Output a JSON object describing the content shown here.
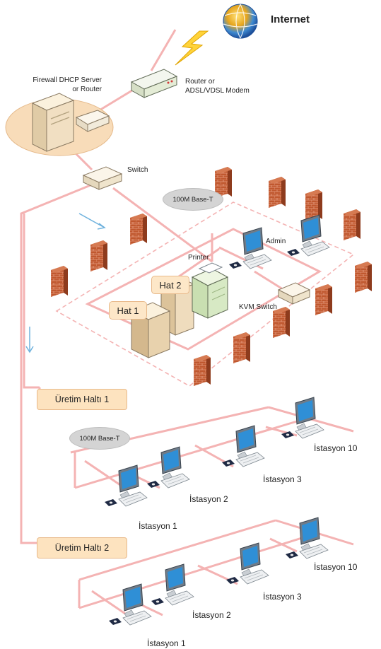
{
  "labels": {
    "internet": "Internet",
    "router": "Router or\nADSL/VDSL Modem",
    "firewall": "Firewall DHCP Server\nor Router",
    "switch": "Switch",
    "base_top": "100M Base-T",
    "printer": "Printer",
    "admin": "Admin",
    "kvm": "KVM Switch",
    "hat1": "Hat 1",
    "hat2": "Hat 2",
    "line1": "Üretim Haltı 1",
    "line2": "Üretim Haltı 2",
    "base_mid": "100M Base-T"
  },
  "line1_stations": [
    "İstasyon 1",
    "İstasyon 2",
    "İstasyon 3",
    "İstasyon 10"
  ],
  "line2_stations": [
    "İstasyon 1",
    "İstasyon 2",
    "İstasyon 3",
    "İstasyon 10"
  ],
  "colors": {
    "cable": "#f4b3b3",
    "cable_dark": "#e58b8b",
    "brick": "#c0582f",
    "monitor_screen": "#2f8fd6",
    "label_box": "#fde7c8",
    "cloud": "#d4d4d4",
    "server_beige": "#f1dfc2",
    "printer_green": "#d7e9c4"
  }
}
